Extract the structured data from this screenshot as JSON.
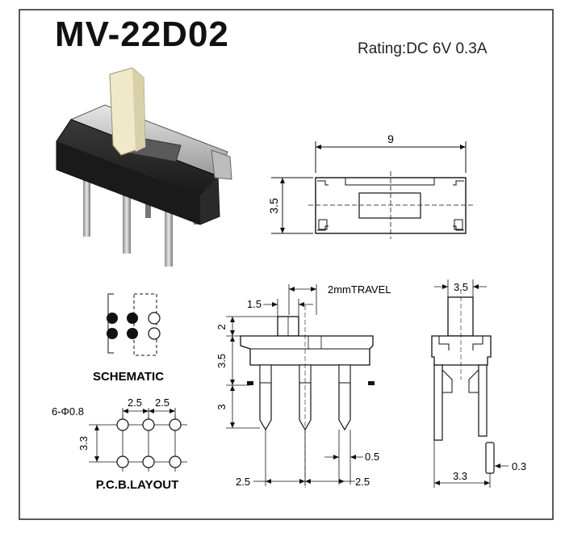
{
  "title": "MV-22D02",
  "rating": "Rating:DC 6V 0.3A",
  "top_view": {
    "width_dim": "9",
    "height_dim": "3.5"
  },
  "side_view": {
    "travel_label": "2mmTRAVEL",
    "dim_1_5": "1.5",
    "dim_2": "2",
    "dim_3_5": "3.5",
    "dim_3": "3",
    "dim_0_5": "0.5",
    "dim_pitch_left": "2.5",
    "dim_pitch_right": "2.5"
  },
  "end_view": {
    "dim_top": "3.5",
    "dim_bottom": "3.3",
    "dim_pin": "0.3"
  },
  "schematic": {
    "label": "SCHEMATIC"
  },
  "pcb": {
    "label": "P.C.B.LAYOUT",
    "hole_spec": "6-Φ0.8",
    "pitch_a": "2.5",
    "pitch_b": "2.5",
    "row_pitch": "3.3"
  }
}
